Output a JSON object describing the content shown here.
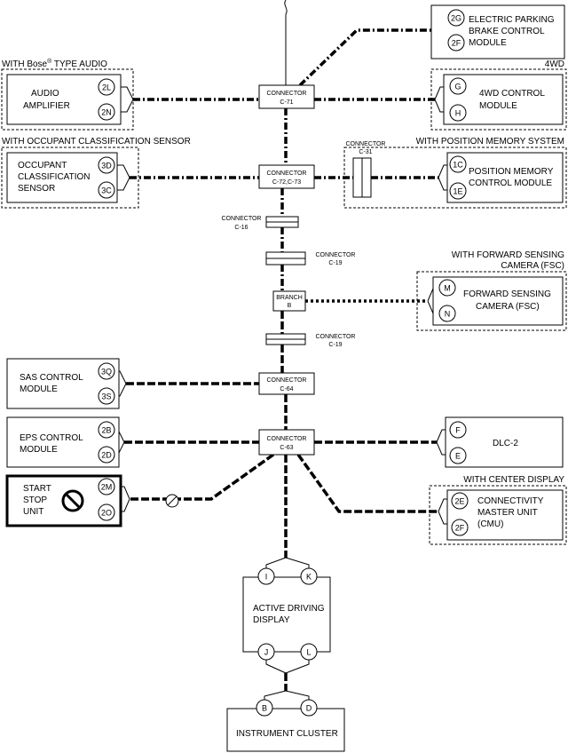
{
  "modules": {
    "epb": {
      "line1": "ELECTRIC PARKING",
      "line2": "BRAKE CONTROL",
      "line3": "MODULE",
      "pin1": "2G",
      "pin2": "2F"
    },
    "audio": {
      "title": "WITH Bose",
      "title_sup": "®",
      "title_suffix": " TYPE AUDIO",
      "line1": "AUDIO",
      "line2": "AMPLIFIER",
      "pin1": "2L",
      "pin2": "2N"
    },
    "fwd4": {
      "title": "4WD",
      "line1": "4WD CONTROL",
      "line2": "MODULE",
      "pin1": "G",
      "pin2": "H"
    },
    "occupant": {
      "title": "WITH OCCUPANT CLASSIFICATION SENSOR",
      "line1": "OCCUPANT",
      "line2": "CLASSIFICATION",
      "line3": "SENSOR",
      "pin1": "3D",
      "pin2": "3C"
    },
    "posmem": {
      "title": "WITH POSITION MEMORY SYSTEM",
      "line1": "POSITION MEMORY",
      "line2": "CONTROL MODULE",
      "pin1": "1C",
      "pin2": "1E"
    },
    "fsc": {
      "title1": "WITH FORWARD SENSING",
      "title2": "CAMERA (FSC)",
      "line1": "FORWARD SENSING",
      "line2": "CAMERA (FSC)",
      "pin1": "M",
      "pin2": "N"
    },
    "sas": {
      "line1": "SAS CONTROL",
      "line2": "MODULE",
      "pin1": "3Q",
      "pin2": "3S"
    },
    "eps": {
      "line1": "EPS CONTROL",
      "line2": "MODULE",
      "pin1": "2B",
      "pin2": "2D"
    },
    "dlc": {
      "line1": "DLC-2",
      "pin1": "F",
      "pin2": "E"
    },
    "startstop": {
      "line1": "START",
      "line2": "STOP",
      "line3": "UNIT",
      "pin1": "2M",
      "pin2": "2O"
    },
    "cmu": {
      "title": "WITH CENTER DISPLAY",
      "line1": "CONNECTIVITY",
      "line2": "MASTER UNIT",
      "line3": "(CMU)",
      "pin1": "2E",
      "pin2": "2F"
    },
    "add": {
      "line1": "ACTIVE DRIVING",
      "line2": "DISPLAY",
      "pin1": "I",
      "pin2": "K",
      "pin3": "J",
      "pin4": "L"
    },
    "cluster": {
      "line1": "INSTRUMENT CLUSTER",
      "pin1": "B",
      "pin2": "D"
    }
  },
  "connectors": {
    "c71": {
      "l1": "CONNECTOR",
      "l2": "C-71"
    },
    "c72": {
      "l1": "CONNECTOR",
      "l2": "C-72,C-73"
    },
    "c31": {
      "l1": "CONNECTOR",
      "l2": "C-31"
    },
    "c16": {
      "l1": "CONNECTOR",
      "l2": "C-16"
    },
    "c19a": {
      "l1": "CONNECTOR",
      "l2": "C-19"
    },
    "branch": {
      "l1": "BRANCH",
      "l2": "B"
    },
    "c19b": {
      "l1": "CONNECTOR",
      "l2": "C-19"
    },
    "c64": {
      "l1": "CONNECTOR",
      "l2": "C-64"
    },
    "c63": {
      "l1": "CONNECTOR",
      "l2": "C-63"
    }
  }
}
